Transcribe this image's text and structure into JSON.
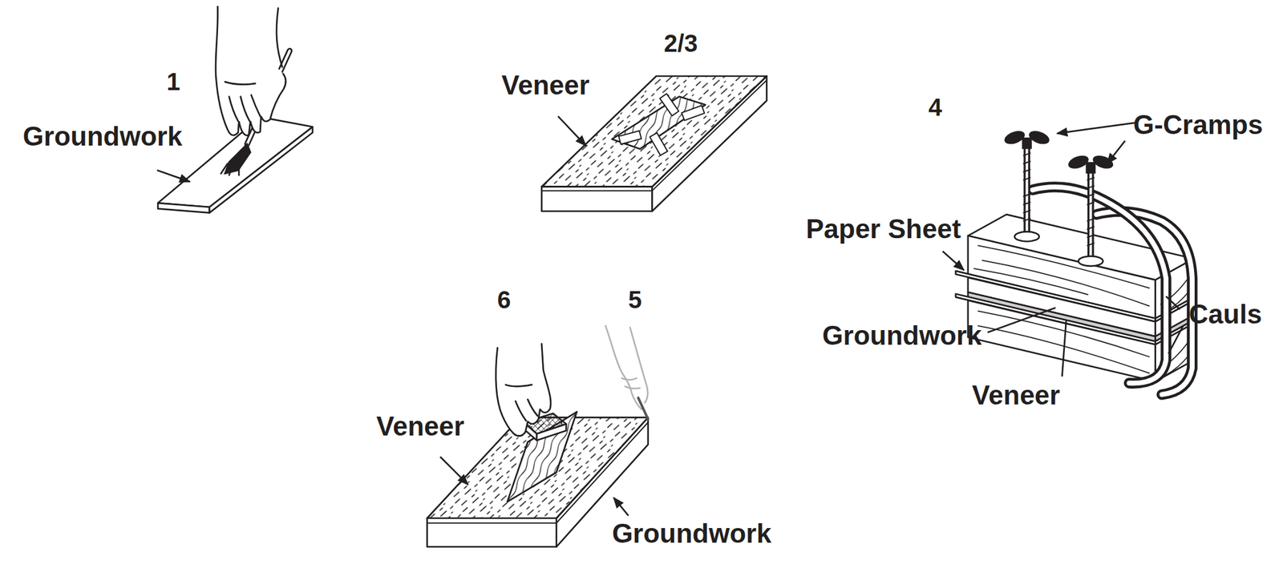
{
  "diagram": {
    "labels": [
      "1",
      "Groundwork",
      "2/3",
      "Veneer",
      "4",
      "G-Cramps",
      "Paper Sheet",
      "Cauls",
      "Groundwork",
      "Veneer",
      "6",
      "5",
      "Veneer",
      "Groundwork"
    ]
  }
}
